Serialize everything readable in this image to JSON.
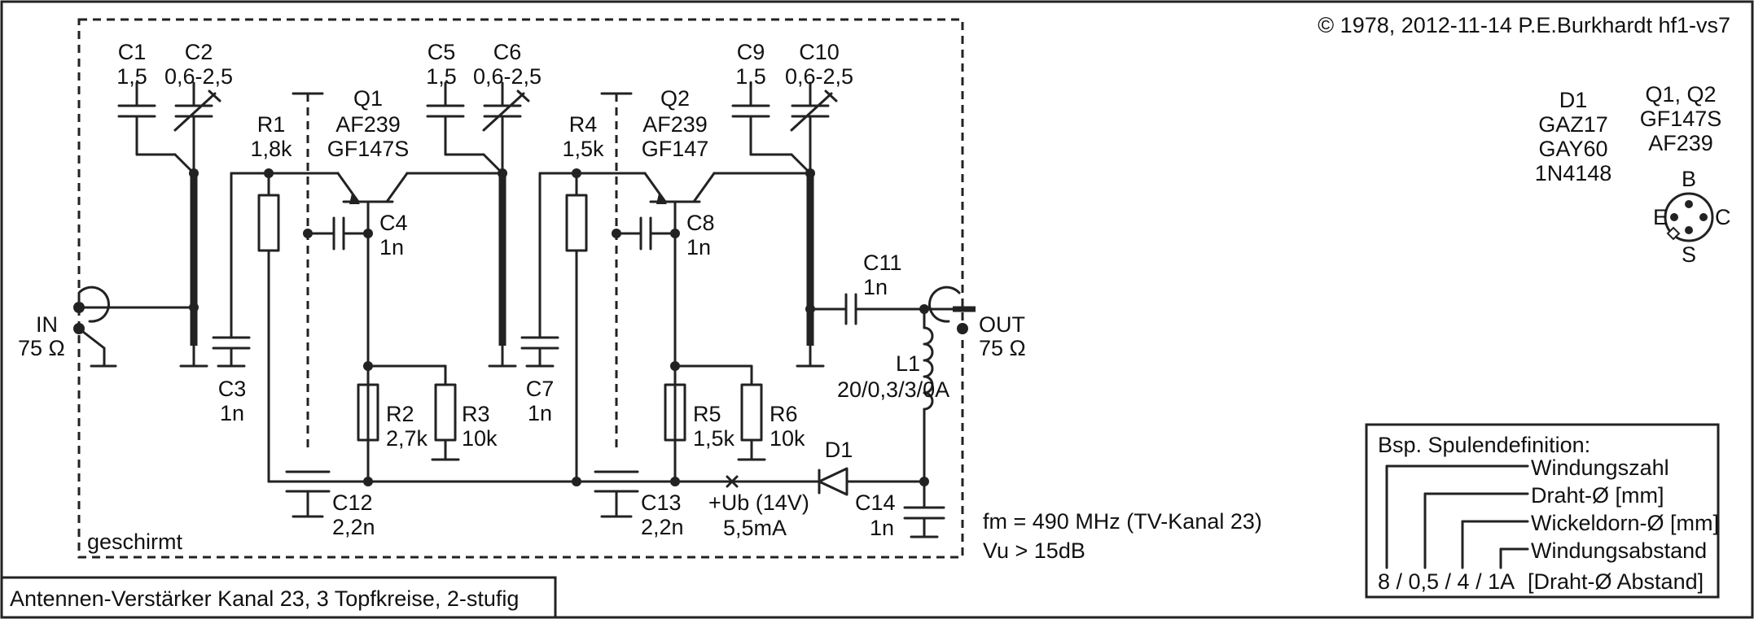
{
  "copyright": "© 1978, 2012-11-14 P.E.Burkhardt hf1-vs7",
  "title_box": "Antennen-Verstärker Kanal 23, 3 Topfkreise, 2-stufig",
  "shield_label": "geschirmt",
  "input": {
    "name": "IN",
    "impedance": "75 Ω"
  },
  "output": {
    "name": "OUT",
    "impedance": "75 Ω"
  },
  "components": {
    "C1": {
      "name": "C1",
      "value": "1,5"
    },
    "C2": {
      "name": "C2",
      "value": "0,6-2,5"
    },
    "C3": {
      "name": "C3",
      "value": "1n"
    },
    "C4": {
      "name": "C4",
      "value": "1n"
    },
    "C5": {
      "name": "C5",
      "value": "1,5"
    },
    "C6": {
      "name": "C6",
      "value": "0,6-2,5"
    },
    "C7": {
      "name": "C7",
      "value": "1n"
    },
    "C8": {
      "name": "C8",
      "value": "1n"
    },
    "C9": {
      "name": "C9",
      "value": "1,5"
    },
    "C10": {
      "name": "C10",
      "value": "0,6-2,5"
    },
    "C11": {
      "name": "C11",
      "value": "1n"
    },
    "C12": {
      "name": "C12",
      "value": "2,2n"
    },
    "C13": {
      "name": "C13",
      "value": "2,2n"
    },
    "C14": {
      "name": "C14",
      "value": "1n"
    },
    "R1": {
      "name": "R1",
      "value": "1,8k"
    },
    "R2": {
      "name": "R2",
      "value": "2,7k"
    },
    "R3": {
      "name": "R3",
      "value": "10k"
    },
    "R4": {
      "name": "R4",
      "value": "1,5k"
    },
    "R5": {
      "name": "R5",
      "value": "1,5k"
    },
    "R6": {
      "name": "R6",
      "value": "10k"
    },
    "Q1": {
      "name": "Q1",
      "type1": "AF239",
      "type2": "GF147S"
    },
    "Q2": {
      "name": "Q2",
      "type1": "AF239",
      "type2": "GF147"
    },
    "L1": {
      "name": "L1",
      "value": "20/0,3/3/0A"
    },
    "D1": {
      "name": "D1"
    }
  },
  "supply": {
    "voltage": "+Ub (14V)",
    "current": "5,5mA"
  },
  "specs": {
    "frequency": "fm = 490 MHz (TV-Kanal 23)",
    "gain": "Vu > 15dB"
  },
  "diode_info": {
    "name": "D1",
    "types": [
      "GAZ17",
      "GAY60",
      "1N4148"
    ]
  },
  "transistor_info": {
    "name": "Q1, Q2",
    "types": [
      "GF147S",
      "AF239"
    ],
    "pins": {
      "B": "B",
      "E": "E",
      "C": "C",
      "S": "S"
    }
  },
  "coil_legend": {
    "title": "Bsp. Spulendefinition:",
    "example": "8 / 0,5 / 4 / 1A",
    "entries": [
      "Windungszahl",
      "Draht-Ø [mm]",
      "Wickeldorn-Ø [mm]",
      "Windungsabstand",
      "[Draht-Ø Abstand]"
    ]
  }
}
